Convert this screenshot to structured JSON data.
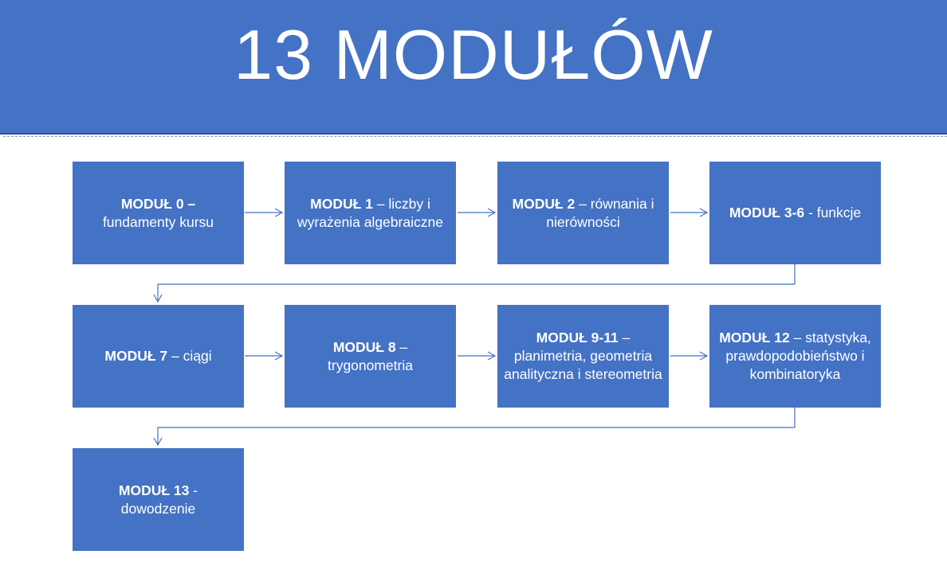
{
  "title": "13 MODUŁÓW",
  "colors": {
    "box": "#4472C4",
    "connector": "#4472C4"
  },
  "modules": [
    {
      "bold": "MODUŁ 0 –",
      "text": "fundamenty kursu"
    },
    {
      "bold": "MODUŁ 1",
      "text": " – liczby i wyrażenia algebraiczne"
    },
    {
      "bold": "MODUŁ 2",
      "text": " – równania i nierówności"
    },
    {
      "bold": "MODUŁ 3-6",
      "text": " - funkcje"
    },
    {
      "bold": "MODUŁ 7",
      "text": " – ciągi"
    },
    {
      "bold": "MODUŁ 8",
      "text": " – trygonometria"
    },
    {
      "bold": "MODUŁ 9-11",
      "text": " – planimetria, geometria analityczna i stereometria"
    },
    {
      "bold": "MODUŁ 12",
      "text": " – statystyka, prawdopodobieństwo i kombinatoryka"
    },
    {
      "bold": "MODUŁ 13",
      "text": " - dowodzenie"
    }
  ]
}
